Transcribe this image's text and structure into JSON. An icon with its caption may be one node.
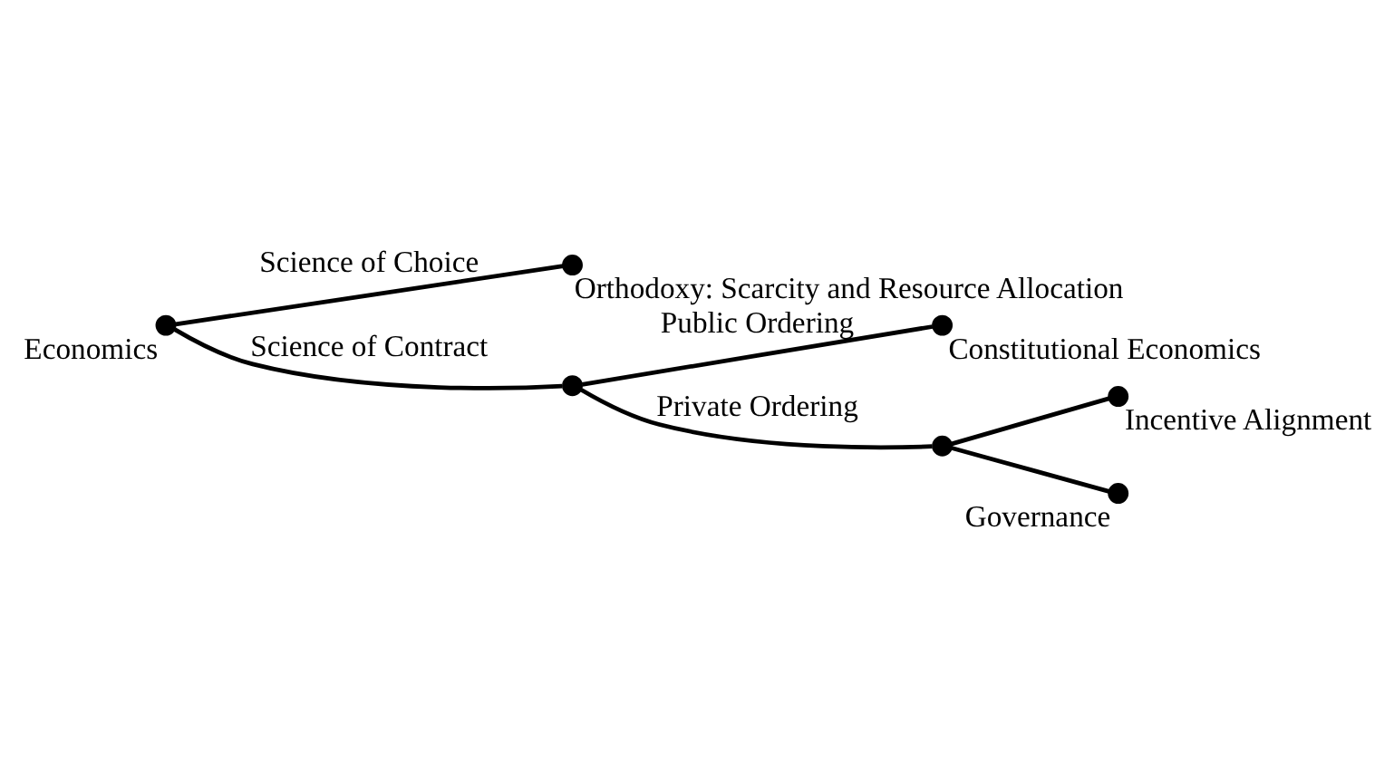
{
  "diagram": {
    "nodes": [
      {
        "text": [],
        "shape": "circle",
        "beside": [
          "Economics"
        ]
      },
      {
        "text": [],
        "shape": "circle",
        "beside": [
          "Orthodoxy: Scarcity and Resource Allocation"
        ]
      },
      {
        "text": [],
        "shape": "circle"
      },
      {
        "text": [],
        "shape": "circle",
        "beside": [
          "Constitutional Economics"
        ]
      },
      {
        "text": [],
        "shape": "circle"
      },
      {
        "text": [],
        "shape": "circle",
        "beside": [
          "Incentive Alignment"
        ]
      },
      {
        "text": [],
        "shape": "circle",
        "beside": [
          "Governance"
        ]
      }
    ],
    "edges": [
      {
        "from": 0,
        "to": 1,
        "arrow": "none",
        "label": "Science of Choice"
      },
      {
        "from": 0,
        "to": 2,
        "arrow": "none",
        "label": "Science of Contract"
      },
      {
        "from": 2,
        "to": 3,
        "arrow": "none",
        "label": "Public Ordering"
      },
      {
        "from": 2,
        "to": 4,
        "arrow": "none",
        "label": "Private Ordering"
      },
      {
        "from": 4,
        "to": 5,
        "arrow": "none"
      },
      {
        "from": 4,
        "to": 6,
        "arrow": "none"
      }
    ]
  }
}
